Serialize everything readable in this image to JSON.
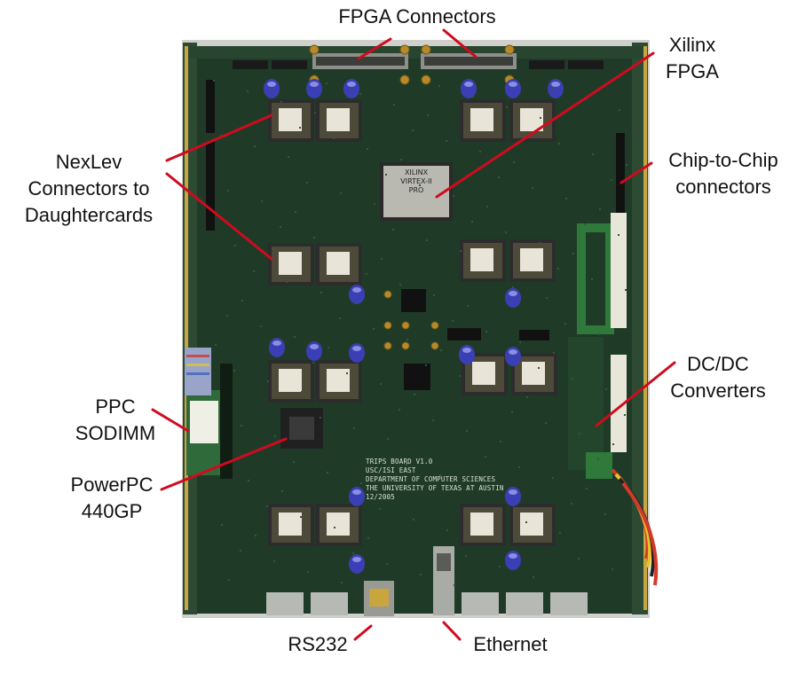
{
  "image": {
    "subject": "TRIPS prototype circuit board with labeled components",
    "colors": {
      "board": "#1f3b28",
      "board_dark": "#16301f",
      "leader_line": "#d10a1e",
      "socket_pad": "#e9e4d8",
      "capacitor": "#3b3fb5",
      "label_text": "#111111"
    }
  },
  "labels": {
    "fpga_connectors": [
      "FPGA Connectors"
    ],
    "xilinx_fpga": [
      "Xilinx",
      "FPGA"
    ],
    "nexlev": [
      "NexLev",
      "Connectors to",
      "Daughtercards"
    ],
    "chip_to_chip": [
      "Chip-to-Chip",
      "connectors"
    ],
    "dc_dc": [
      "DC/DC",
      "Converters"
    ],
    "ppc_sodimm": [
      "PPC",
      "SODIMM"
    ],
    "powerpc": [
      "PowerPC",
      "440GP"
    ],
    "rs232": [
      "RS232"
    ],
    "ethernet": [
      "Ethernet"
    ]
  },
  "board_text": {
    "silkscreen": [
      "TRIPS BOARD V1.0",
      "USC/ISI EAST",
      "DEPARTMENT OF COMPUTER SCIENCES",
      "THE UNIVERSITY OF TEXAS AT AUSTIN",
      "12/2005"
    ],
    "fpga_marking": [
      "XILINX",
      "VIRTEX-II",
      "PRO"
    ]
  }
}
